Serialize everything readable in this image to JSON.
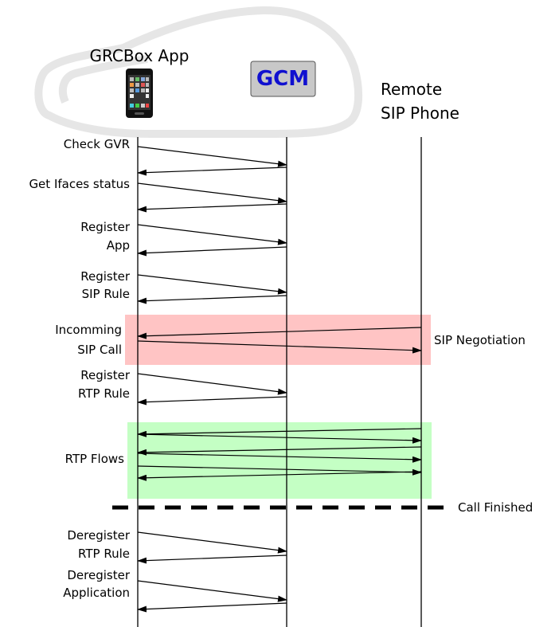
{
  "participants": {
    "app": "GRCBox App",
    "gcm": "GCM",
    "remote_line1": "Remote",
    "remote_line2": "SIP Phone"
  },
  "steps": {
    "check_gvr": [
      "Check GVR"
    ],
    "get_ifaces": [
      "Get Ifaces status"
    ],
    "register_app": [
      "Register",
      "App"
    ],
    "register_sip_rule": [
      "Register",
      "SIP Rule"
    ],
    "incoming_sip_call": [
      "Incomming",
      "SIP Call"
    ],
    "register_rtp_rule": [
      "Register",
      "RTP Rule"
    ],
    "rtp_flows": [
      "RTP Flows"
    ],
    "deregister_rtp_rule": [
      "Deregister",
      "RTP Rule"
    ],
    "deregister_application": [
      "Deregister",
      "Application"
    ]
  },
  "regions": {
    "sip_negotiation": "SIP Negotiation",
    "call_finished": "Call Finished"
  },
  "colors": {
    "sip_region": "#ffc4c4",
    "rtp_region": "#c4ffc4",
    "car_outline": "#e6e6e6",
    "gcm_box": "#c8c8c8",
    "gcm_text": "#1010d0"
  },
  "icons": {
    "car": "car-outline-icon",
    "phone": "smartphone-icon",
    "gcm": "gcm-logo-icon"
  }
}
